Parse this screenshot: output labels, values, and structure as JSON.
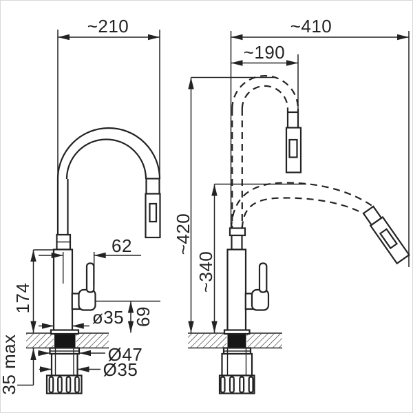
{
  "page": {
    "background": "#ffffff",
    "line_color": "#232323",
    "description": "Kitchen faucet with pull-out spray technical dimension drawing, front and side views"
  },
  "labels": {
    "front_width": "~210",
    "side_reach": "~410",
    "spout_reach": "~190",
    "spout_height": "~420",
    "hose_drop_height": "~340",
    "spout_to_handle": "62",
    "body_height": "174",
    "outlet_height": "69",
    "body_diameter": "ø35",
    "flange_diameter": "Ø47",
    "shank_diameter": "Ø35",
    "max_counter_thickness": "35 max"
  }
}
